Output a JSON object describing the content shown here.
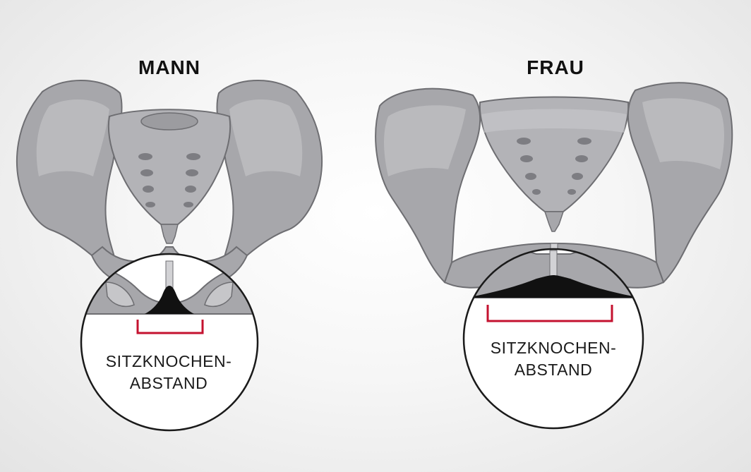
{
  "diagram": {
    "colors": {
      "bone": "#a7a7ab",
      "bone_shadow": "#8f8f94",
      "bone_highlight": "#c6c6c9",
      "bone_outline": "#6e6e72",
      "joint_fill": "#111111",
      "bracket": "#c4122f",
      "circle_outline": "#1a1a1a"
    },
    "panels": [
      {
        "title": "MANN",
        "caption_line1": "SITZKNOCHEN-",
        "caption_line2": "ABSTAND"
      },
      {
        "title": "FRAU",
        "caption_line1": "SITZKNOCHEN-",
        "caption_line2": "ABSTAND"
      }
    ]
  }
}
